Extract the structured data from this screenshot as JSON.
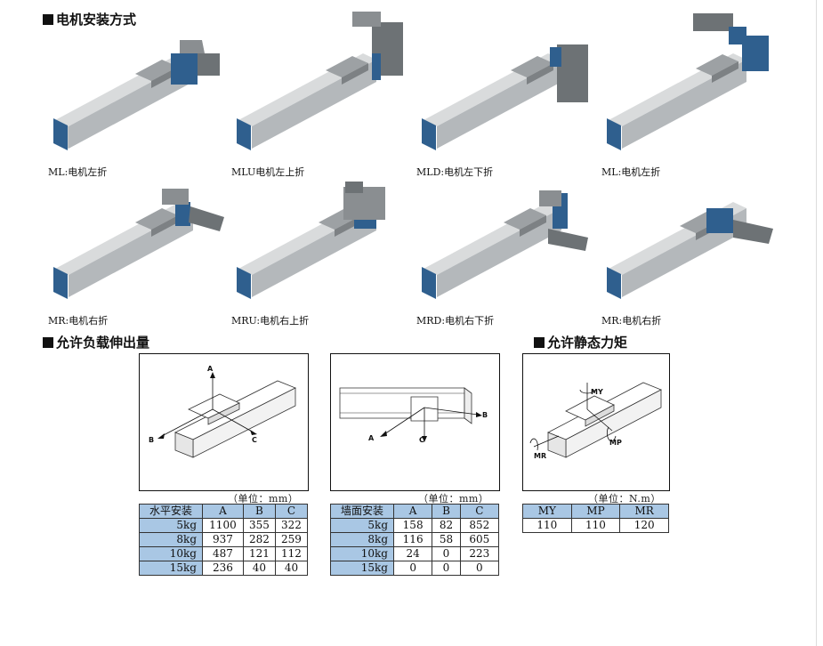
{
  "sections": {
    "mounting": "电机安装方式",
    "overhang": "允许负载伸出量",
    "moment": "允许静态力矩"
  },
  "modules": [
    {
      "caption": "ML:电机左折"
    },
    {
      "caption": "MLU电机左上折"
    },
    {
      "caption": "MLD:电机左下折"
    },
    {
      "caption": "ML:电机左折"
    },
    {
      "caption": "MR:电机右折"
    },
    {
      "caption": "MRU:电机右上折"
    },
    {
      "caption": "MRD:电机右下折"
    },
    {
      "caption": "MR:电机右折"
    }
  ],
  "diagrams": {
    "horizontal": {
      "a": "A",
      "b": "B",
      "c": "C"
    },
    "wall": {
      "a": "A",
      "b": "B",
      "c": "C"
    },
    "moment": {
      "my": "MY",
      "mp": "MP",
      "mr": "MR"
    }
  },
  "table_horizontal": {
    "unit": "（单位：mm）",
    "headers": [
      "水平安装",
      "A",
      "B",
      "C"
    ],
    "rows": [
      [
        "5kg",
        "1100",
        "355",
        "322"
      ],
      [
        "8kg",
        "937",
        "282",
        "259"
      ],
      [
        "10kg",
        "487",
        "121",
        "112"
      ],
      [
        "15kg",
        "236",
        "40",
        "40"
      ]
    ]
  },
  "table_wall": {
    "unit": "（单位：mm）",
    "headers": [
      "墙面安装",
      "A",
      "B",
      "C"
    ],
    "rows": [
      [
        "5kg",
        "158",
        "82",
        "852"
      ],
      [
        "8kg",
        "116",
        "58",
        "605"
      ],
      [
        "10kg",
        "24",
        "0",
        "223"
      ],
      [
        "15kg",
        "0",
        "0",
        "0"
      ]
    ]
  },
  "table_moment": {
    "unit": "（单位：N.m）",
    "headers": [
      "MY",
      "MP",
      "MR"
    ],
    "rows": [
      [
        "110",
        "110",
        "120"
      ]
    ]
  },
  "colors": {
    "rail": "#c7cacc",
    "rail_dark": "#8e9396",
    "endcap_blue": "#2f5f8e",
    "carriage": "#9da1a4",
    "motor": "#6d7275",
    "table_header": "#a9c7e4"
  }
}
